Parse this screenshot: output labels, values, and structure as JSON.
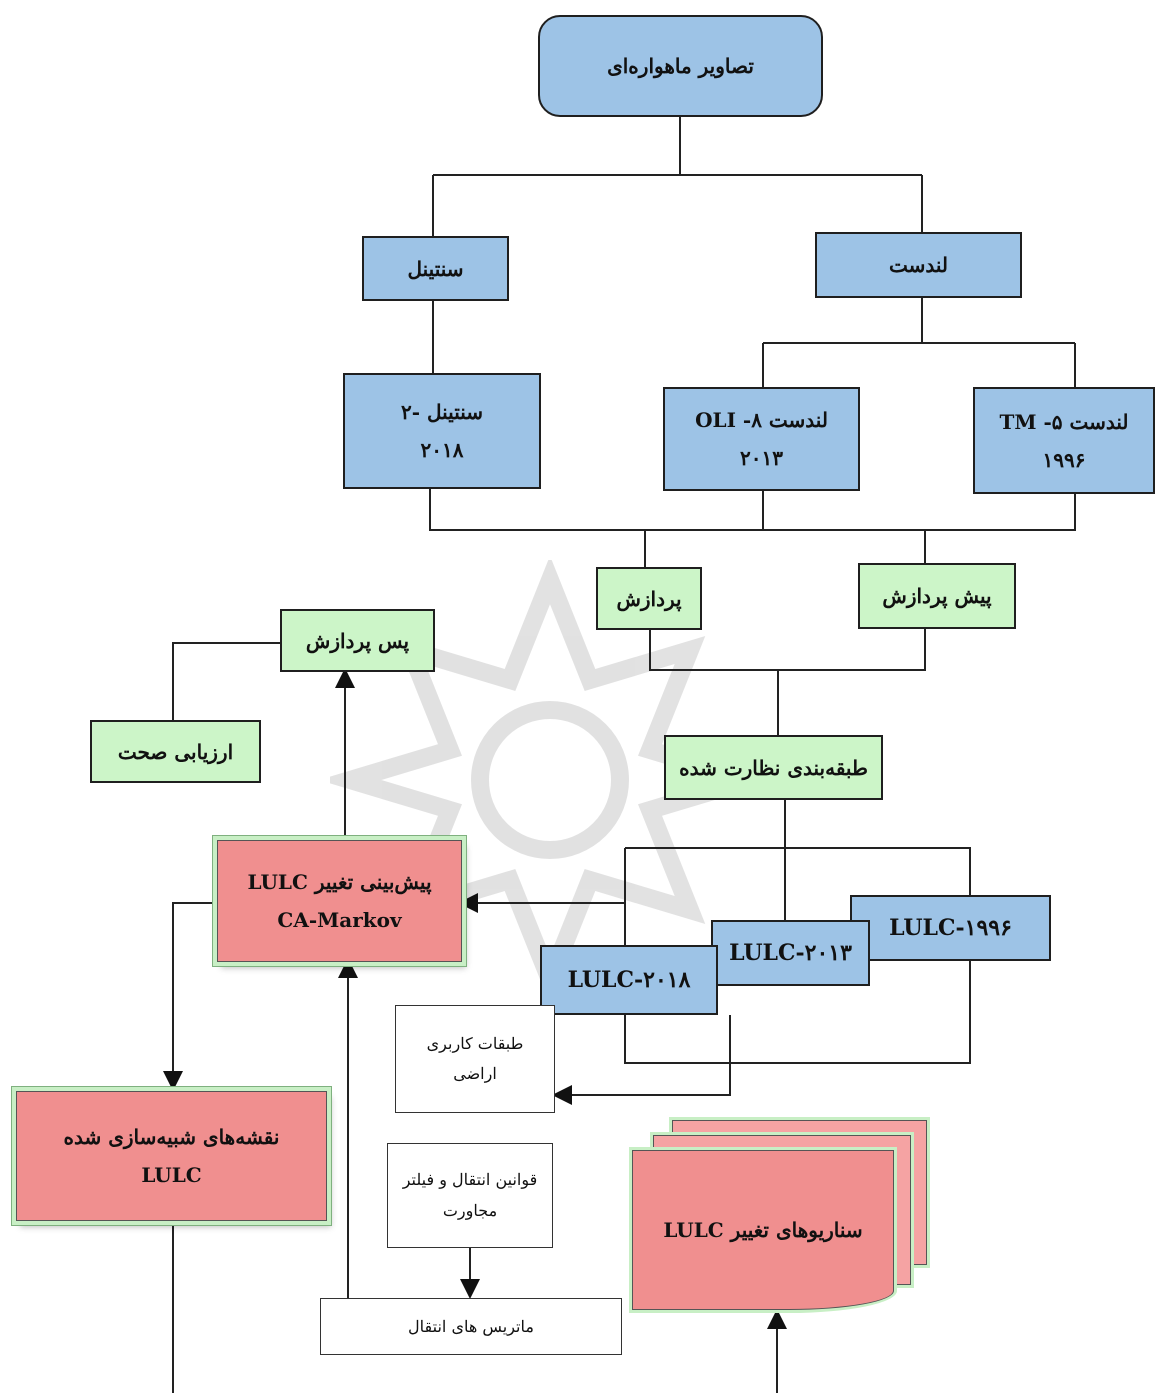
{
  "nodes": {
    "satellite_images": "تصاویر ماهواره‌ای",
    "sentinel": "سنتینل",
    "landsat": "لندست",
    "sentinel2": {
      "line1": "سنتینل -۲",
      "line2": "۲۰۱۸"
    },
    "landsat8": {
      "line1": "لندست ۸- OLI",
      "line2": "۲۰۱۳"
    },
    "landsat5": {
      "line1": "لندست ۵- TM",
      "line2": "۱۹۹۶"
    },
    "processing": "پردازش",
    "pre_processing": "پیش پردازش",
    "post_processing": "پس پردازش",
    "accuracy_assessment": "ارزیابی صحت",
    "supervised_classification": "طبقه‌بندی نظارت شده",
    "lulc_1996": "LULC-۱۹۹۶",
    "lulc_2013": "LULC-۲۰۱۳",
    "lulc_2018": "LULC-۲۰۱۸",
    "ca_markov": {
      "line1": "پیش‌بینی تغییر LULC",
      "line2": "CA-Markov"
    },
    "simulated_maps": {
      "line1": "نقشه‌های شبیه‌سازی شده",
      "line2": "LULC"
    },
    "land_use_classes": {
      "line1": "طبقات کاربری",
      "line2": "اراضی"
    },
    "transition_rules": {
      "line1": "قوانین انتقال و فیلتر",
      "line2": "مجاورت"
    },
    "transition_matrices": "ماتریس های انتقال",
    "lulc_change_scenarios": "سناریوهای تغییر LULC"
  },
  "colors": {
    "blue_fill": "#9dc3e6",
    "green_fill": "#ccf5c8",
    "pink_fill": "#f08f8f"
  }
}
